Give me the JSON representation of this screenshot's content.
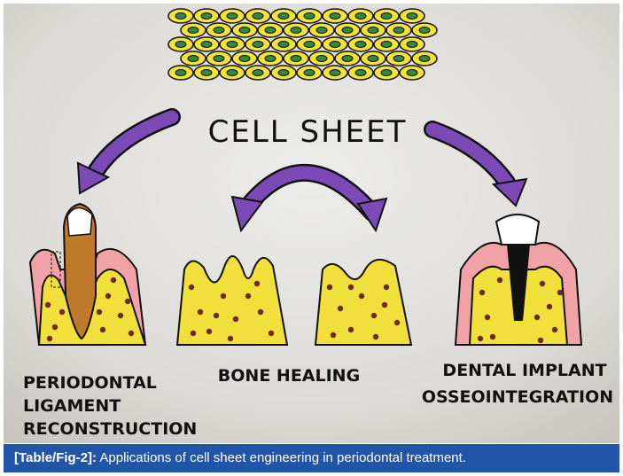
{
  "diagram": {
    "title": "CELL SHEET",
    "labels": {
      "left": [
        "PERIODONTAL",
        "LIGAMENT",
        "RECONSTRUCTION"
      ],
      "center": "BONE HEALING",
      "right": [
        "DENTAL IMPLANT",
        "OSSEOINTEGRATION"
      ]
    },
    "colors": {
      "paper": "#dcdad6",
      "cell": "#f4e13a",
      "nucleus": "#2f8a3c",
      "arrow": "#7c4ab6",
      "bone": "#f1df3c",
      "bone_dot": "#6b2a1f",
      "gum": "#f1a2a7",
      "tooth": "#c0792a"
    }
  },
  "caption": {
    "ref": "[Table/Fig-2]:",
    "text": " Applications of cell sheet engineering in periodontal treatment."
  }
}
